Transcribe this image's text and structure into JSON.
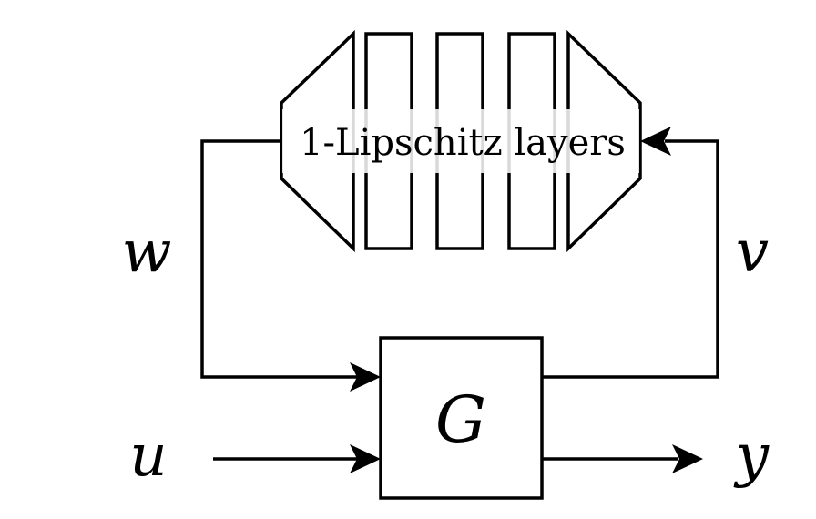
{
  "diagram": {
    "layers_label": "1-Lipschitz layers",
    "block_label": "G",
    "signals": {
      "w": "w",
      "v": "v",
      "u": "u",
      "y": "y"
    }
  }
}
